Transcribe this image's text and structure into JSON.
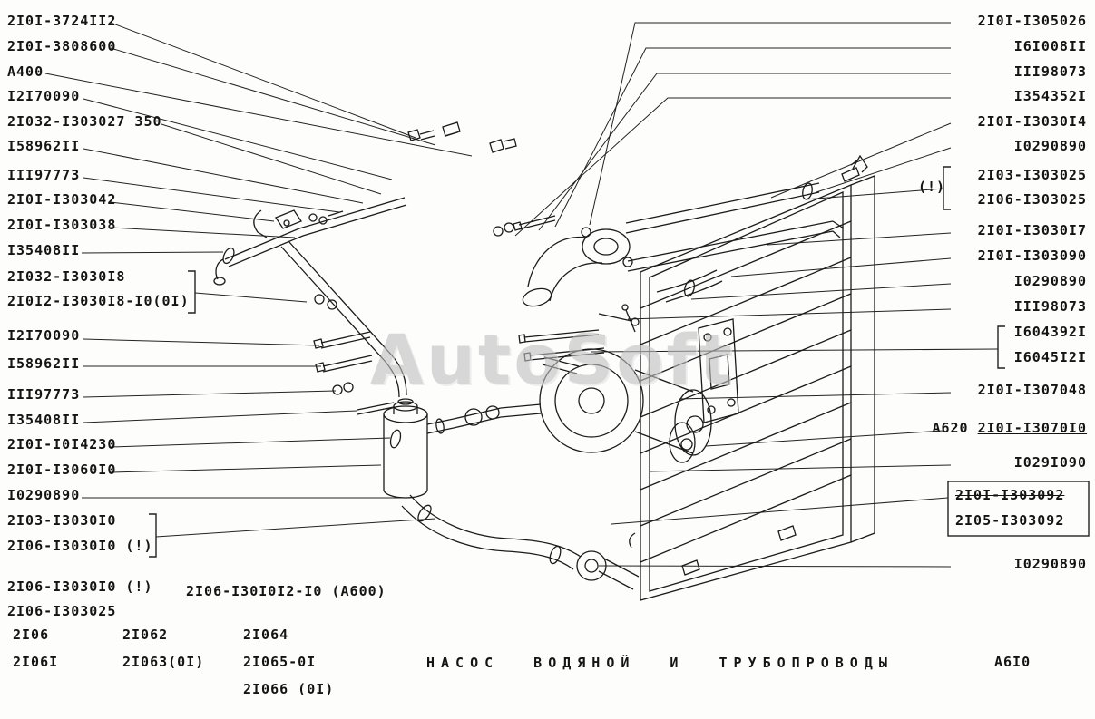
{
  "watermark": "AutoSoft",
  "warning_mark": "(!)",
  "labels": {
    "left": [
      "2I0I-3724II2",
      "2I0I-3808600",
      "А400",
      "I2I70090",
      "2I032-I303027 350",
      "I58962II",
      "III97773",
      "2I0I-I303042",
      "2I0I-I303038",
      "I35408II",
      "2I032-I3030I8",
      "2I0I2-I3030I8-I0(0I)",
      "I2I70090",
      "I58962II",
      "III97773",
      "I35408II",
      "2I0I-I0I4230",
      "2I0I-I3060I0",
      "I0290890",
      "2I03-I3030I0",
      "2I06-I3030I0 (!)",
      "2I06-I3030I0 (!)",
      "2I06-I303025",
      "2I06-I30I0I2-I0 (А600)"
    ],
    "right": [
      "2I0I-I305026",
      "I6I008II",
      "III98073",
      "I354352I",
      "2I0I-I3030I4",
      "I0290890",
      "2I03-I303025",
      "2I06-I303025",
      "2I0I-I3030I7",
      "2I0I-I303090",
      "I0290890",
      "III98073",
      "I604392I",
      "I6045I2I",
      "2I0I-I307048",
      "I029I090",
      "2I0I-I303092",
      "2I05-I303092",
      "I0290890"
    ],
    "a620": {
      "prefix": "А620",
      "part": "2I0I-I3070I0"
    }
  },
  "footer": {
    "models": [
      [
        "2I06",
        "2I062",
        "2I064"
      ],
      [
        "2I06I",
        "2I063(0I)",
        "2I065-0I"
      ],
      [
        "",
        "",
        "2I066 (0I)"
      ]
    ],
    "caption": "НАСОС ВОДЯНОЙ И ТРУБОПРОВОДЫ",
    "sheet_code": "А6I0"
  }
}
